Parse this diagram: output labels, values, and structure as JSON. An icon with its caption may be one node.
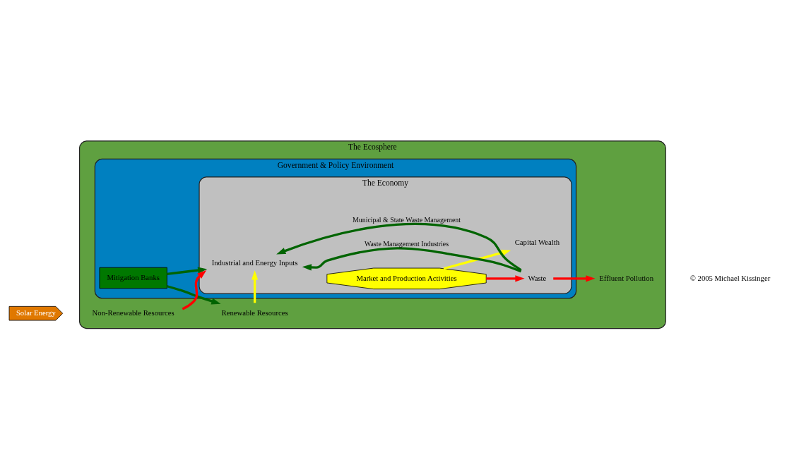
{
  "diagram": {
    "nodes": [
      {
        "text": [
          "The Ecosphere"
        ]
      },
      {
        "text": [
          "Government & Policy Environment"
        ],
        "in": 0
      },
      {
        "text": [
          "The Economy"
        ],
        "in": 1
      },
      {
        "text": [
          "Solar Energy"
        ]
      },
      {
        "text": [
          "Renewable Resources"
        ],
        "in": 0
      },
      {
        "text": [
          "Non-Renewable Resources"
        ],
        "in": 0
      },
      {
        "text": [
          "Mitigation Banks"
        ],
        "in": 1
      },
      {
        "text": [
          "Industrial and Energy Inputs"
        ],
        "in": 2
      },
      {
        "text": [
          "Market and Production Activities"
        ],
        "in": 2
      },
      {
        "text": [
          "Waste"
        ],
        "in": 2
      },
      {
        "text": [
          "Capital Wealth"
        ],
        "in": 2
      },
      {
        "text": [
          "Effluent Pollution"
        ],
        "in": 0
      }
    ],
    "edges": [
      {
        "from": 6,
        "to": 4,
        "arrow": "to"
      },
      {
        "from": 6,
        "to": 7,
        "arrow": "to"
      },
      {
        "from": 4,
        "to": 7,
        "arrow": "to",
        "color": "#ffff00"
      },
      {
        "from": 5,
        "to": 7,
        "arrow": "to",
        "color": "#ff0000"
      },
      {
        "from": 8,
        "to": 9,
        "arrow": "to",
        "color": "#ff0000"
      },
      {
        "from": 8,
        "to": 10,
        "arrow": "to",
        "color": "#ffff00"
      },
      {
        "from": 9,
        "to": 11,
        "arrow": "to",
        "color": "#ff0000"
      },
      {
        "from": 9,
        "to": 7,
        "label": "Waste Management Industries",
        "arrow": "to"
      },
      {
        "from": 9,
        "to": 7,
        "label": "Municipal & State Waste Management",
        "arrow": "to"
      }
    ],
    "labels": [
      "© 2005 Michael Kissinger"
    ]
  }
}
